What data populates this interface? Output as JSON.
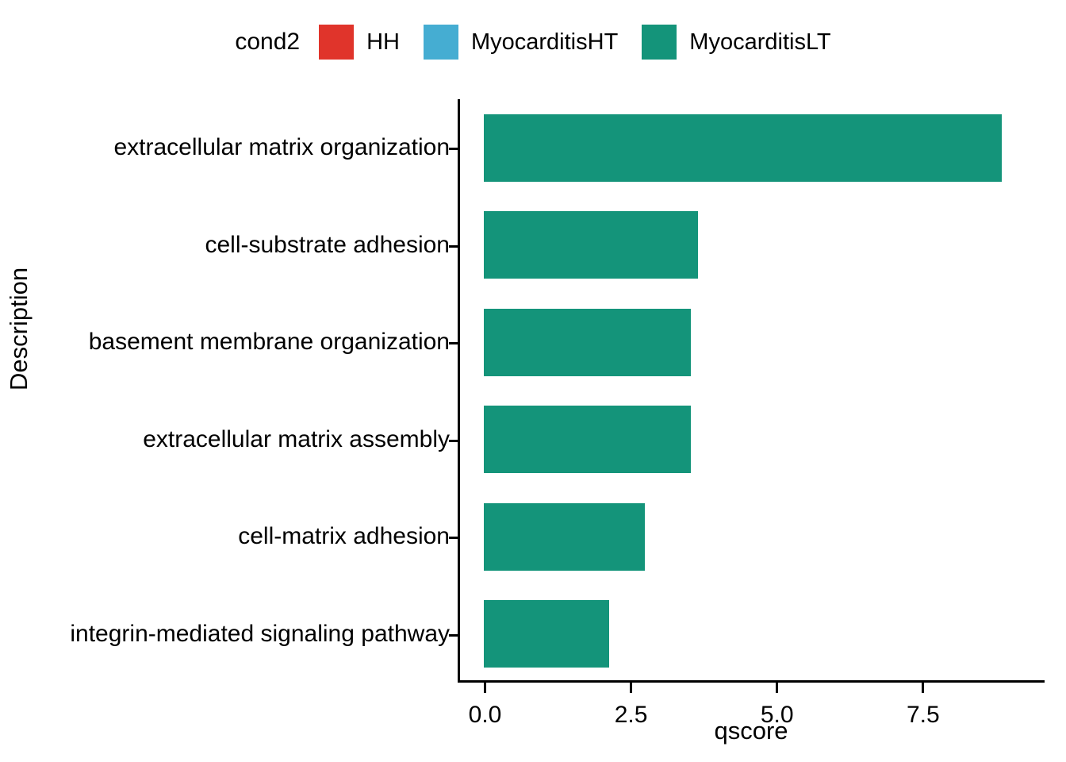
{
  "chart_data": {
    "type": "bar",
    "orientation": "horizontal",
    "title": "",
    "xlabel": "qscore",
    "ylabel": "Description",
    "categories": [
      "extracellular matrix organization",
      "cell-substrate adhesion",
      "basement membrane organization",
      "extracellular matrix assembly",
      "cell-matrix adhesion",
      "integrin-mediated signaling pathway"
    ],
    "values": [
      8.86,
      3.67,
      3.54,
      3.54,
      2.76,
      2.14
    ],
    "series": [
      {
        "name": "MyocarditisLT",
        "values": [
          8.86,
          3.67,
          3.54,
          3.54,
          2.76,
          2.14
        ]
      }
    ],
    "xlim": [
      0.0,
      9.6
    ],
    "xticks": [
      0.0,
      2.5,
      5.0,
      7.5
    ],
    "xtick_labels": [
      "0.0",
      "2.5",
      "5.0",
      "7.5"
    ],
    "grid": false,
    "legend_position": "top"
  },
  "legend": {
    "title": "cond2",
    "items": [
      {
        "label": "HH",
        "color": "#E0342B"
      },
      {
        "label": "MyocarditisHT",
        "color": "#45ADD2"
      },
      {
        "label": "MyocarditisLT",
        "color": "#14947A"
      }
    ]
  },
  "axes": {
    "x_title": "qscore",
    "y_title": "Description"
  }
}
